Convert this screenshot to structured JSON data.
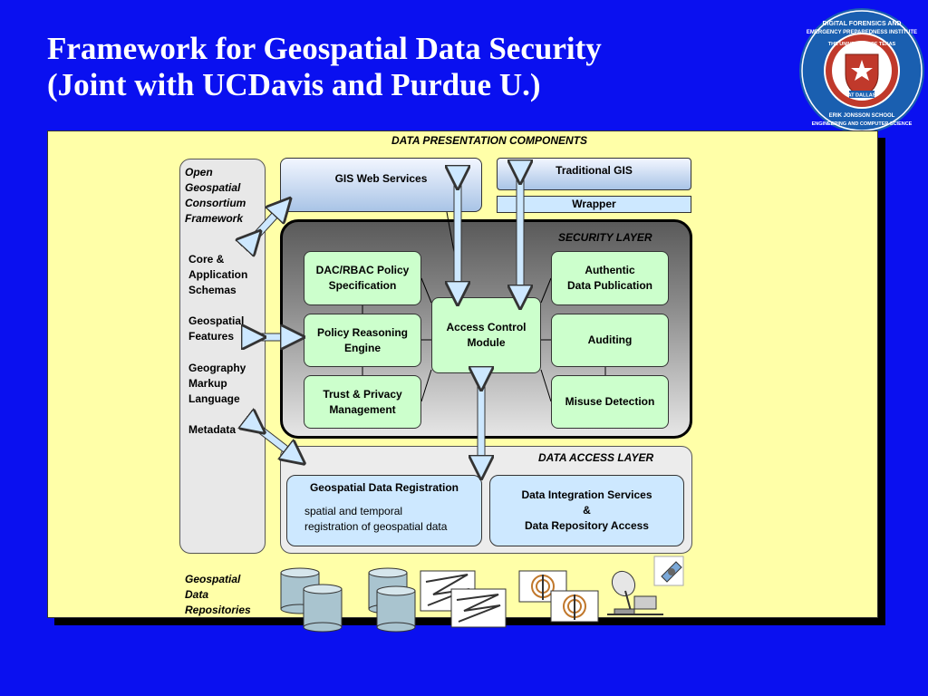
{
  "title": {
    "line1": "Framework for Geospatial Data Security",
    "line2": "(Joint with UCDavis and Purdue U.)"
  },
  "logo": {
    "ring_text": "DIGITAL FORENSICS AND EMERGENCY PREPAREDNESS INSTITUTE",
    "bottom_text": "ERIK JONSSON SCHOOL ENGINEERING AND COMPUTER SCIENCE",
    "inner_top": "THE UNIVERSITY OF TEXAS",
    "inner_bottom": "AT DALLAS",
    "colors": {
      "outer": "#1a5fb0",
      "inner": "#ffffff",
      "accent": "#c0392b"
    }
  },
  "diagram": {
    "presentation_header": "DATA PRESENTATION COMPONENTS",
    "ogc": {
      "title_lines": [
        "Open",
        "Geospatial",
        "Consortium",
        "Framework"
      ],
      "core": [
        "Core &",
        "Application",
        "Schemas"
      ],
      "features": [
        "Geospatial",
        "Features"
      ],
      "gml": [
        "Geography",
        "Markup",
        "Language"
      ],
      "metadata": "Metadata"
    },
    "gis_web_services": "GIS Web Services",
    "traditional_gis": "Traditional GIS",
    "wrapper": "Wrapper",
    "security_layer": {
      "label": "SECURITY LAYER",
      "dac": [
        "DAC/RBAC Policy",
        "Specification"
      ],
      "policy_reasoning": [
        "Policy Reasoning",
        "Engine"
      ],
      "trust": [
        "Trust & Privacy",
        "Management"
      ],
      "access_control": [
        "Access Control",
        "Module"
      ],
      "authentic": [
        "Authentic",
        "Data Publication"
      ],
      "auditing": "Auditing",
      "misuse": "Misuse Detection"
    },
    "data_access_layer": {
      "label": "DATA ACCESS LAYER",
      "registration_title": "Geospatial Data Registration",
      "registration_desc": [
        "spatial and temporal",
        "registration of geospatial data"
      ],
      "integration": [
        "Data Integration Services",
        "&",
        "Data Repository Access"
      ]
    },
    "repositories": [
      "Geospatial",
      "Data",
      "Repositories"
    ]
  }
}
